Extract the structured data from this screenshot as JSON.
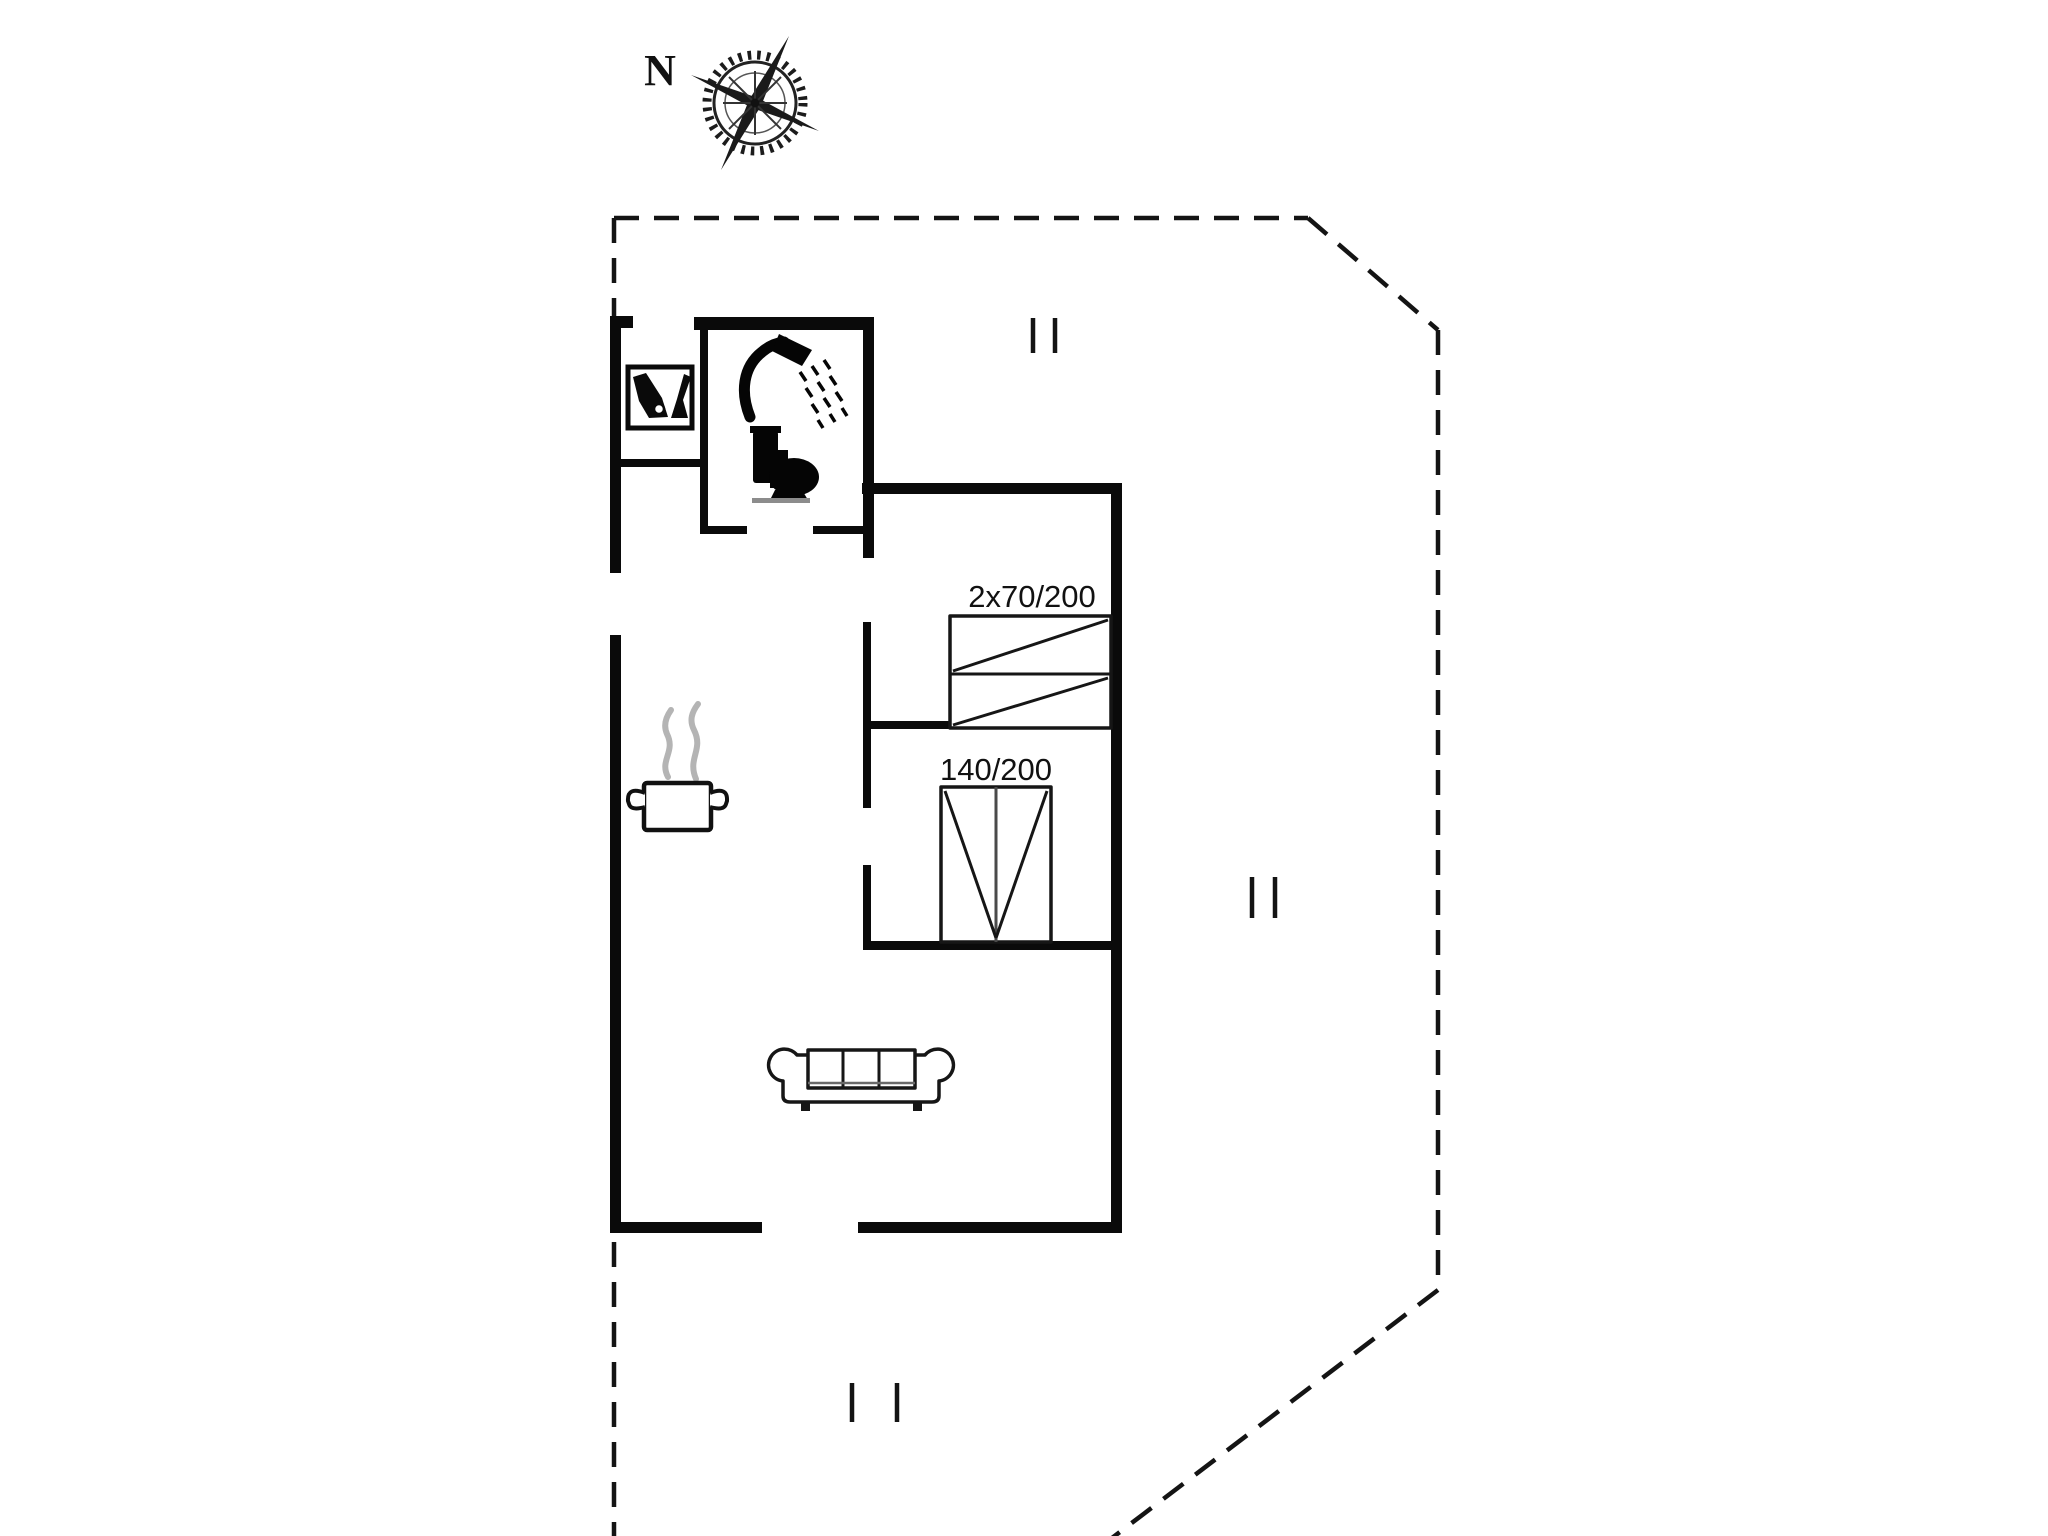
{
  "plan": {
    "type": "holiday-house floor plan",
    "compass": {
      "label": "N"
    },
    "beds": {
      "bunk": {
        "label": "2x70/200"
      },
      "double": {
        "label": "140/200"
      }
    },
    "icons": [
      "compass-rose-icon",
      "shower-icon",
      "toilet-icon",
      "utility-symbol-icon",
      "cooking-pot-icon",
      "steam-icon",
      "sofa-icon",
      "bunk-bed-icon",
      "double-bed-icon"
    ],
    "colors": {
      "wall": "#0a0a0a",
      "boundary": "#141414",
      "tick": "#141414",
      "steam": "#b4b4b4",
      "floor_line": "#8c8c8c",
      "background": "#ffffff"
    }
  }
}
